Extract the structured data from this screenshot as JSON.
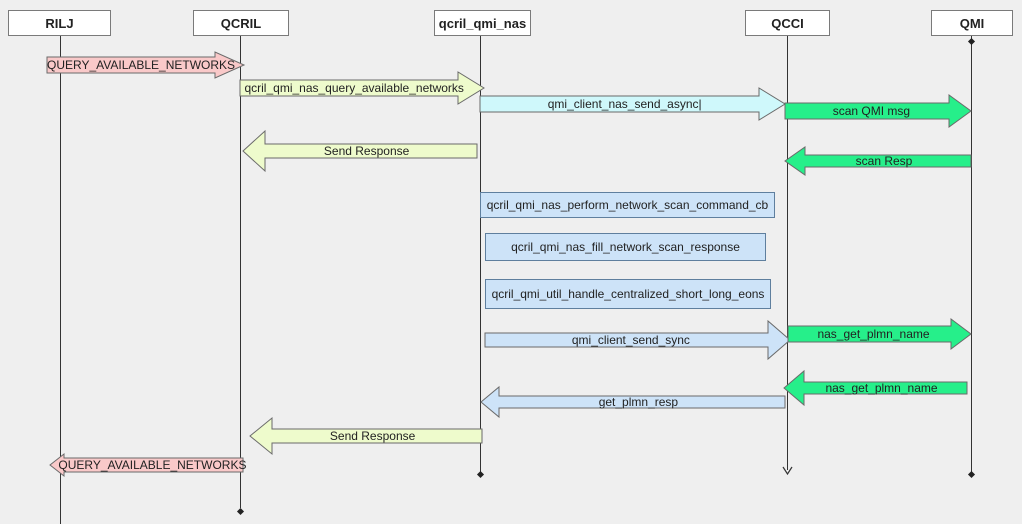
{
  "participants": [
    {
      "id": "rilj",
      "label": "RILJ"
    },
    {
      "id": "qcril",
      "label": "QCRIL"
    },
    {
      "id": "qcril-qmi-nas",
      "label": "qcril_qmi_nas"
    },
    {
      "id": "qcci",
      "label": "QCCI"
    },
    {
      "id": "qmi",
      "label": "QMI"
    }
  ],
  "messages": [
    {
      "id": "m1",
      "label": "QUERY_AVAILABLE_NETWORKS",
      "direction": "right",
      "color": "#f9c9c9"
    },
    {
      "id": "m2",
      "label": "qcril_qmi_nas_query_available_networks",
      "direction": "right",
      "color": "#eefbcc"
    },
    {
      "id": "m3",
      "label": "qmi_client_nas_send_async|",
      "direction": "right",
      "color": "#cff8fb"
    },
    {
      "id": "m4",
      "label": "scan QMI msg",
      "direction": "right",
      "color": "#26ef8a"
    },
    {
      "id": "m5",
      "label": "Send Response",
      "direction": "left",
      "color": "#eefbcc"
    },
    {
      "id": "m6",
      "label": "scan Resp",
      "direction": "left",
      "color": "#26ef8a"
    },
    {
      "id": "m7",
      "label": "qmi_client_send_sync",
      "direction": "right",
      "color": "#cde3f8"
    },
    {
      "id": "m8",
      "label": "nas_get_plmn_name",
      "direction": "right",
      "color": "#26ef8a"
    },
    {
      "id": "m9",
      "label": "nas_get_plmn_name",
      "direction": "left",
      "color": "#26ef8a"
    },
    {
      "id": "m10",
      "label": "get_plmn_resp",
      "direction": "left",
      "color": "#cde3f8"
    },
    {
      "id": "m11",
      "label": "Send Response",
      "direction": "left",
      "color": "#eefbcc"
    },
    {
      "id": "m12",
      "label": "QUERY_AVAILABLE_NETWORKS",
      "direction": "left",
      "color": "#f9c9c9"
    }
  ],
  "actions": [
    {
      "id": "a1",
      "label": "qcril_qmi_nas_perform_network_scan_command_cb"
    },
    {
      "id": "a2",
      "label": "qcril_qmi_nas_fill_network_scan_response"
    },
    {
      "id": "a3",
      "label": "qcril_qmi_util_handle_centralized_short_long_eons"
    }
  ]
}
